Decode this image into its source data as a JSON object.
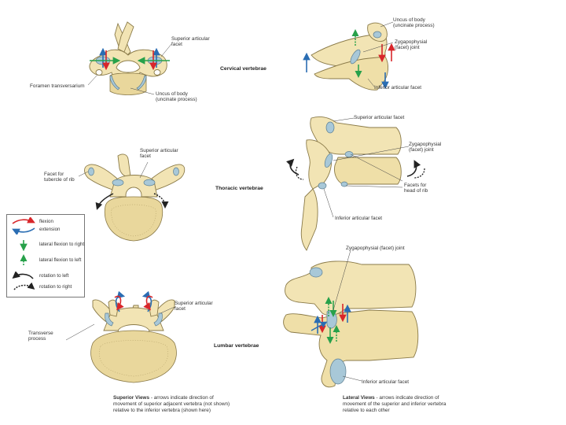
{
  "sections": {
    "cervical": "Cervical vertebrae",
    "thoracic": "Thoracic vertebrae",
    "lumbar": "Lumbar vertebrae"
  },
  "labels": {
    "cervical_superior": {
      "superior_articular_facet": "Superior articular facet",
      "foramen_transversarium": "Foramen transversarium",
      "uncus_of_body": "Uncus of body (uncinate process)"
    },
    "cervical_lateral": {
      "uncus_of_body": "Uncus of body (uncinate process)",
      "zygapophysial_joint": "Zygapophysial (facet) joint",
      "inferior_articular_facet": "Inferior articular facet"
    },
    "thoracic_superior": {
      "superior_articular_facet": "Superior articular facet",
      "facet_for_tubercle": "Facet for tubercle of rib"
    },
    "thoracic_lateral": {
      "superior_articular_facet": "Superior articular facet",
      "zygapophysial_joint": "Zygapophysial (facet) joint",
      "facets_for_head": "Facets for head of rib",
      "inferior_articular_facet": "Inferior articular facet"
    },
    "lumbar_superior": {
      "superior_articular_facet": "Superior articular facet",
      "transverse_process": "Transverse process"
    },
    "lumbar_lateral": {
      "zygapophysial_joint": "Zygapophysial (facet) joint",
      "inferior_articular_facet": "Inferior articular facet"
    }
  },
  "legend": {
    "items": [
      {
        "label": "flexion",
        "icon": "flexion-arrow-icon",
        "color": "#d8262a"
      },
      {
        "label": "extension",
        "icon": "extension-arrow-icon",
        "color": "#2a6db3"
      },
      {
        "label": "lateral flexion to right",
        "icon": "lateral-flexion-right-icon",
        "color": "#27a14a"
      },
      {
        "label": "lateral flexion to left",
        "icon": "lateral-flexion-left-icon",
        "color": "#27a14a"
      },
      {
        "label": "rotation to left",
        "icon": "rotation-left-icon",
        "color": "#222222"
      },
      {
        "label": "rotation to right",
        "icon": "rotation-right-icon",
        "color": "#222222"
      }
    ]
  },
  "captions": {
    "superior": {
      "bold": "Superior Views",
      "text": " - arrows indicate direction of movement of superior adjacent vertebra (not shown) relative to the inferior vertebra (shown here)"
    },
    "lateral": {
      "bold": "Lateral Views",
      "text": " - arrows indicate direction of movement of the superior and inferior vertebra relative to each other"
    }
  },
  "colors": {
    "bone": "#f2e4b4",
    "facet": "#a8c8d8",
    "flexion": "#d8262a",
    "extension": "#2a6db3",
    "lateral_flexion": "#27a14a",
    "rotation": "#222222"
  }
}
